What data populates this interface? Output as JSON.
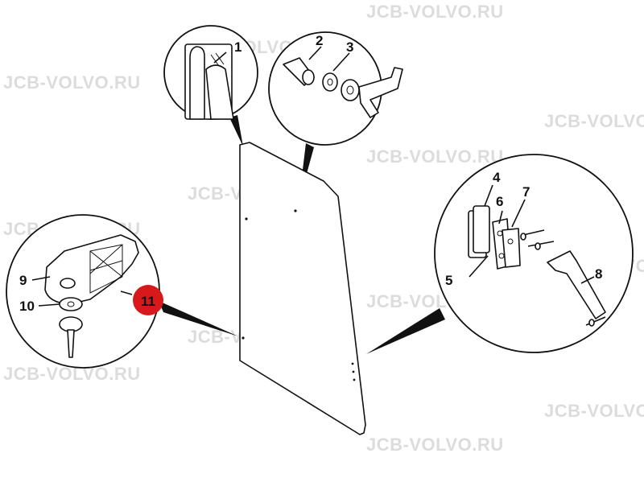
{
  "watermark": "JCB-VOLVO.RU",
  "highlight_color": "#d7191c",
  "callouts": {
    "c1": "1",
    "c2": "2",
    "c3": "3",
    "c4": "4",
    "c5": "5",
    "c6": "6",
    "c7": "7",
    "c8": "8",
    "c9": "9",
    "c10": "10",
    "c11": "11"
  },
  "highlighted_callout": "11"
}
